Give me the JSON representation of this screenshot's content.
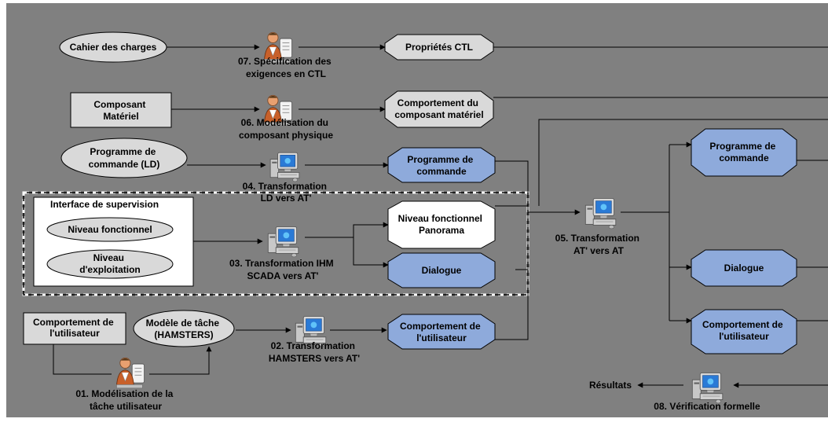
{
  "colors": {
    "background": "#808080",
    "frame": "#ffffff",
    "ellipse_fill": "#d9d9d9",
    "octagon_blue": "#8eaadb",
    "octagon_white": "#ffffff",
    "box_fill": "#d9d9d9",
    "edge": "#000000"
  },
  "nodes": {
    "cahier": {
      "lines": [
        "Cahier des charges"
      ],
      "icon": ""
    },
    "composant_materiel": {
      "lines": [
        "Composant",
        "Matériel"
      ]
    },
    "programme_ld": {
      "lines": [
        "Programme de",
        "commande (LD)"
      ]
    },
    "interface_title": {
      "lines": [
        "Interface de supervision"
      ]
    },
    "niveau_fonctionnel": {
      "lines": [
        "Niveau fonctionnel"
      ]
    },
    "niveau_exploitation": {
      "lines": [
        "Niveau",
        "d'exploitation"
      ]
    },
    "comportement_utilisateur_src": {
      "lines": [
        "Comportement de",
        "l'utilisateur"
      ]
    },
    "modele_tache": {
      "lines": [
        "Modèle de tâche",
        "(HAMSTERS)"
      ]
    },
    "proprietes_ctl": {
      "lines": [
        "Propriétés CTL"
      ]
    },
    "comportement_composant": {
      "lines": [
        "Comportement du",
        "composant matériel"
      ]
    },
    "programme_commande_1": {
      "lines": [
        "Programme de",
        "commande"
      ]
    },
    "niveau_panorama": {
      "lines": [
        "Niveau fonctionnel",
        "Panorama"
      ]
    },
    "dialogue_1": {
      "lines": [
        "Dialogue"
      ]
    },
    "comportement_utilisateur_1": {
      "lines": [
        "Comportement de",
        "l'utilisateur"
      ]
    },
    "programme_commande_2": {
      "lines": [
        "Programme de",
        "commande"
      ]
    },
    "dialogue_2": {
      "lines": [
        "Dialogue"
      ]
    },
    "comportement_utilisateur_2": {
      "lines": [
        "Comportement de",
        "l'utilisateur"
      ]
    }
  },
  "steps": {
    "s07": {
      "lines": [
        "07. Spécification des",
        "exigences en CTL"
      ],
      "icon": "person-icon"
    },
    "s06": {
      "lines": [
        "06. Modélisation du",
        "composant physique"
      ],
      "icon": "person-icon"
    },
    "s04": {
      "lines": [
        "04. Transformation",
        "LD vers AT'"
      ],
      "icon": "computer-icon"
    },
    "s03": {
      "lines": [
        "03. Transformation IHM",
        "SCADA vers AT'"
      ],
      "icon": "computer-icon"
    },
    "s02": {
      "lines": [
        "02. Transformation",
        "HAMSTERS vers AT'"
      ],
      "icon": "computer-icon"
    },
    "s01": {
      "lines": [
        "01. Modélisation de la",
        "tâche utilisateur"
      ],
      "icon": "person-icon"
    },
    "s05": {
      "lines": [
        "05. Transformation",
        "AT' vers AT"
      ],
      "icon": "computer-icon"
    },
    "s08": {
      "lines": [
        "08. Vérification formelle"
      ],
      "icon": "computer-icon"
    }
  },
  "resultats": "Résultats"
}
